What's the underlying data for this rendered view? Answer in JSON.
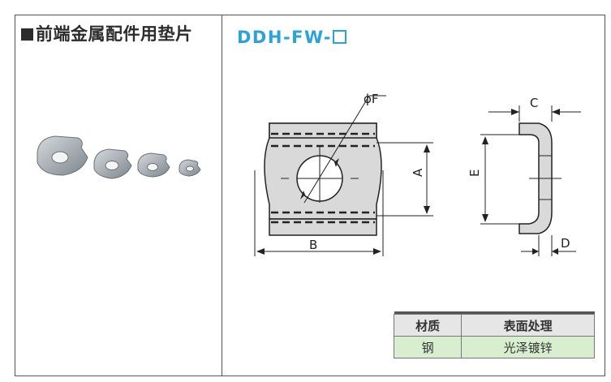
{
  "section_title": "前端金属配件用垫片",
  "part_code": "DDH-FW-",
  "dimension_labels": {
    "f": "ϕF",
    "a": "A",
    "b": "B",
    "c": "C",
    "d": "D",
    "e": "E"
  },
  "spec_table": {
    "headers": [
      "材质",
      "表面处理"
    ],
    "rows": [
      [
        "钢",
        "光泽镀锌"
      ]
    ]
  },
  "colors": {
    "part_code": "#2aa3d8",
    "table_header_bg": "#e6e6e6",
    "table_row_bg": "#d8efcf",
    "drawing_fill": "#d9d9d9"
  }
}
